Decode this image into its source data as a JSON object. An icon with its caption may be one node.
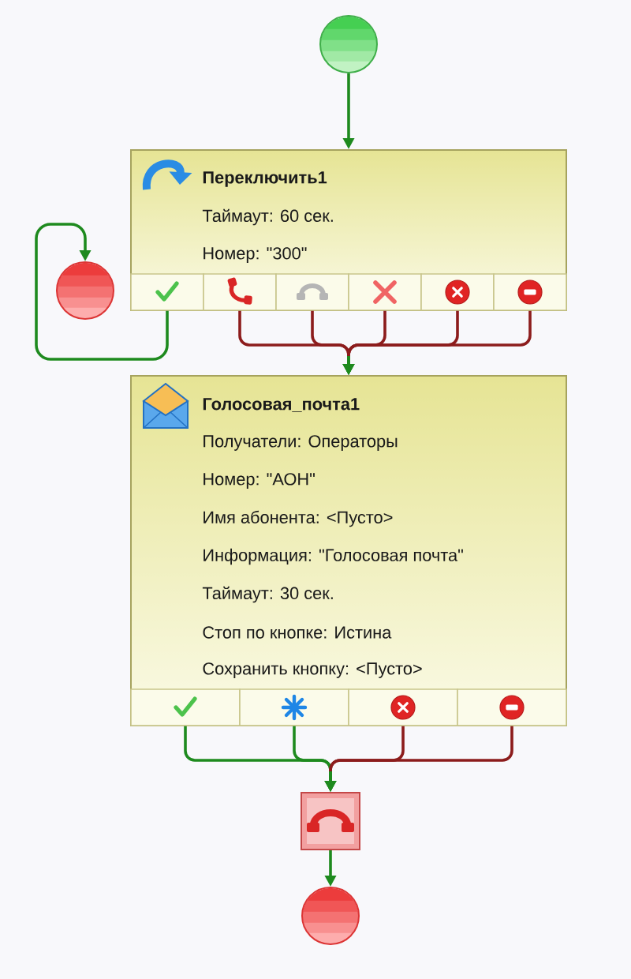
{
  "diagram": {
    "nodes": [
      {
        "text": [],
        "shape": "circle"
      },
      {
        "text": [
          "Переключить1",
          "Таймаут: 60 сек.",
          "Номер: \"300\""
        ]
      },
      {
        "text": [],
        "shape": "box",
        "in": 1
      },
      {
        "text": [],
        "shape": "box",
        "in": 1
      },
      {
        "text": [],
        "shape": "box",
        "in": 1
      },
      {
        "text": [],
        "shape": "box",
        "in": 1
      },
      {
        "text": [],
        "shape": "box",
        "in": 1
      },
      {
        "text": [],
        "shape": "box",
        "in": 1
      },
      {
        "text": [],
        "shape": "circle"
      },
      {
        "text": [
          "Голосовая_почта1",
          "Получатели: Операторы",
          "Номер: \"АОН\"",
          "Имя абонента: <Пусто>",
          "Информация: \"Голосовая почта\"",
          "Таймаут: 30 сек.",
          "Стоп по кнопке: Истина",
          "Сохранить кнопку: <Пусто>"
        ]
      },
      {
        "text": [],
        "shape": "box",
        "in": 9
      },
      {
        "text": [],
        "shape": "box",
        "in": 9
      },
      {
        "text": [],
        "shape": "box",
        "in": 9
      },
      {
        "text": [],
        "shape": "box",
        "in": 9
      },
      {
        "text": [],
        "shape": "box"
      },
      {
        "text": [],
        "shape": "circle"
      }
    ],
    "edges": [
      {
        "from": 0,
        "to": 1,
        "arrow": "to",
        "color": "#1e8a1e"
      },
      {
        "from": 2,
        "to": 8,
        "arrow": "to",
        "color": "#1e8a1e"
      },
      {
        "from": 3,
        "to": 9,
        "arrow": "to"
      },
      {
        "from": 4,
        "to": 9,
        "arrow": "to"
      },
      {
        "from": 5,
        "to": 9,
        "arrow": "to"
      },
      {
        "from": 6,
        "to": 9,
        "arrow": "to"
      },
      {
        "from": 7,
        "to": 9,
        "arrow": "to"
      },
      {
        "from": 10,
        "to": 14,
        "arrow": "to",
        "color": "#1e8a1e"
      },
      {
        "from": 11,
        "to": 14,
        "arrow": "to",
        "color": "#1e8a1e"
      },
      {
        "from": 12,
        "to": 14,
        "arrow": "to"
      },
      {
        "from": 13,
        "to": 14,
        "arrow": "to"
      },
      {
        "from": 14,
        "to": 15,
        "arrow": "to",
        "color": "#1e8a1e"
      }
    ]
  }
}
